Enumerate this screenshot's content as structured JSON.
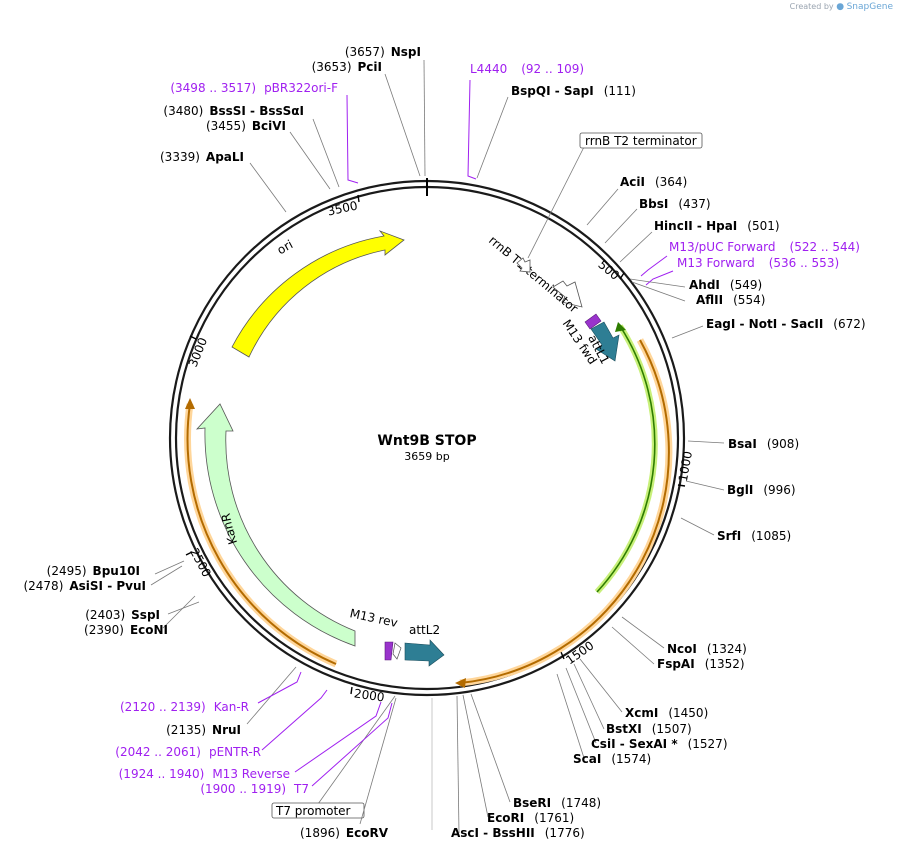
{
  "credit": {
    "prefix": "Created by",
    "brand": "SnapGene"
  },
  "plasmid": {
    "name": "Wnt9B STOP",
    "length_label": "3659 bp",
    "length": 3659
  },
  "ticks": [
    "500",
    "1000",
    "1500",
    "2000",
    "2500",
    "3000",
    "3500"
  ],
  "features": [
    {
      "id": "ori",
      "label": "ori",
      "color": "#ffff00"
    },
    {
      "id": "kanr",
      "label": "KanR",
      "color": "#ccffcc"
    },
    {
      "id": "attl1",
      "label": "attL1",
      "color": "#2e7e94"
    },
    {
      "id": "attl2",
      "label": "attL2",
      "color": "#2e7e94"
    },
    {
      "id": "m13fwd",
      "label": "M13 fwd",
      "color": "#9933cc"
    },
    {
      "id": "m13rev",
      "label": "M13 rev",
      "color": "#9933cc"
    },
    {
      "id": "rrnbt1",
      "label": "rrnB T1 terminator"
    },
    {
      "id": "rrnbt2",
      "label": "rrnB T2 terminator"
    },
    {
      "id": "t7promoter",
      "label": "T7 promoter"
    }
  ],
  "sites": [
    {
      "id": "nspi",
      "name": "NspI",
      "pos": "(3657)"
    },
    {
      "id": "pcii",
      "name": "PciI",
      "pos": "(3653)"
    },
    {
      "id": "bsssi",
      "name": "BssSI  -  BssSαI",
      "pos": "(3480)"
    },
    {
      "id": "bcivi",
      "name": "BciVI",
      "pos": "(3455)"
    },
    {
      "id": "apali",
      "name": "ApaLI",
      "pos": "(3339)"
    },
    {
      "id": "bspqi",
      "name": "BspQI  -  SapI",
      "pos": "(111)"
    },
    {
      "id": "acii",
      "name": "AciI",
      "pos": "(364)"
    },
    {
      "id": "bbsi",
      "name": "BbsI",
      "pos": "(437)"
    },
    {
      "id": "hincii",
      "name": "HincII  -  HpaI",
      "pos": "(501)"
    },
    {
      "id": "ahdi",
      "name": "AhdI",
      "pos": "(549)"
    },
    {
      "id": "aflii",
      "name": "AflII",
      "pos": "(554)"
    },
    {
      "id": "eagi",
      "name": "EagI  -  NotI  -  SacII",
      "pos": "(672)"
    },
    {
      "id": "bsai",
      "name": "BsaI",
      "pos": "(908)"
    },
    {
      "id": "bgli",
      "name": "BglI",
      "pos": "(996)"
    },
    {
      "id": "srfi",
      "name": "SrfI",
      "pos": "(1085)"
    },
    {
      "id": "ncoi",
      "name": "NcoI",
      "pos": "(1324)"
    },
    {
      "id": "fspai",
      "name": "FspAI",
      "pos": "(1352)"
    },
    {
      "id": "xcmi",
      "name": "XcmI",
      "pos": "(1450)"
    },
    {
      "id": "bstxi",
      "name": "BstXI",
      "pos": "(1507)"
    },
    {
      "id": "csii",
      "name": "CsiI  -  SexAI *",
      "pos": "(1527)"
    },
    {
      "id": "scai",
      "name": "ScaI",
      "pos": "(1574)"
    },
    {
      "id": "bseri",
      "name": "BseRI",
      "pos": "(1748)"
    },
    {
      "id": "ecori",
      "name": "EcoRI",
      "pos": "(1761)"
    },
    {
      "id": "asci",
      "name": "AscI  -  BssHII",
      "pos": "(1776)"
    },
    {
      "id": "ecorv",
      "name": "EcoRV",
      "pos": "(1896)"
    },
    {
      "id": "nrui",
      "name": "NruI",
      "pos": "(2135)"
    },
    {
      "id": "sspi",
      "name": "SspI",
      "pos": "(2403)"
    },
    {
      "id": "econi",
      "name": "EcoNI",
      "pos": "(2390)"
    },
    {
      "id": "bpu10i",
      "name": "Bpu10I",
      "pos": "(2495)"
    },
    {
      "id": "asisi",
      "name": "AsiSI  -  PvuI",
      "pos": "(2478)"
    }
  ],
  "primers": [
    {
      "id": "pbr322ori",
      "name": "pBR322ori-F",
      "range": "(3498 .. 3517)"
    },
    {
      "id": "l4440",
      "name": "L4440",
      "range": "(92 .. 109)"
    },
    {
      "id": "m13puc",
      "name": "M13/pUC Forward",
      "range": "(522 .. 544)"
    },
    {
      "id": "m13forward",
      "name": "M13 Forward",
      "range": "(536 .. 553)"
    },
    {
      "id": "kanr_primer",
      "name": "Kan-R",
      "range": "(2120 .. 2139)"
    },
    {
      "id": "pentr",
      "name": "pENTR-R",
      "range": "(2042 .. 2061)"
    },
    {
      "id": "m13reverse",
      "name": "M13 Reverse",
      "range": "(1924 .. 1940)"
    },
    {
      "id": "t7",
      "name": "T7",
      "range": "(1900 .. 1919)"
    }
  ]
}
